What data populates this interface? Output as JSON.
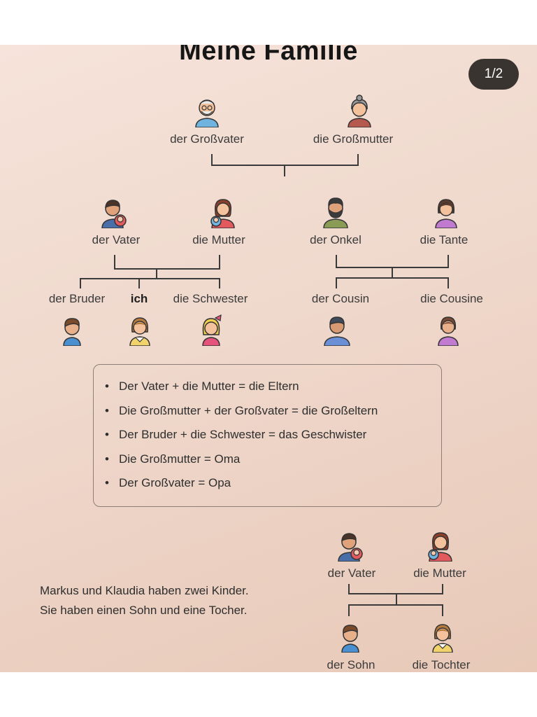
{
  "title": "Meine Familie",
  "page_indicator": "1/2",
  "tree1": {
    "grandfather": "der Großvater",
    "grandmother": "die Großmutter",
    "father": "der Vater",
    "mother": "die Mutter",
    "uncle": "der Onkel",
    "aunt": "die Tante",
    "brother": "der Bruder",
    "me": "ich",
    "sister": "die Schwester",
    "cousin_m": "der Cousin",
    "cousin_f": "die Cousine"
  },
  "info": {
    "items": [
      "Der Vater + die Mutter = die Eltern",
      "Die Großmutter + der Großvater = die Großeltern",
      "Der Bruder + die Schwester = das Geschwister",
      "Die Großmutter = Oma",
      "Der Großvater = Opa"
    ]
  },
  "story": {
    "line1": "Markus und Klaudia haben zwei Kinder.",
    "line2": "Sie haben einen Sohn und eine Tocher."
  },
  "tree2": {
    "father": "der Vater",
    "mother": "die Mutter",
    "son": "der Sohn",
    "daughter": "die Tochter"
  },
  "icons": {
    "grandfather": "grandfather-icon",
    "grandmother": "grandmother-icon",
    "father": "father-with-baby-icon",
    "mother": "mother-with-baby-icon",
    "uncle": "bearded-man-icon",
    "aunt": "woman-icon",
    "brother": "boy-icon",
    "me": "girl-icon",
    "sister": "girl-with-bow-icon",
    "cousin_m": "man-icon",
    "cousin_f": "woman-icon",
    "son": "boy-icon",
    "daughter": "girl-icon"
  }
}
